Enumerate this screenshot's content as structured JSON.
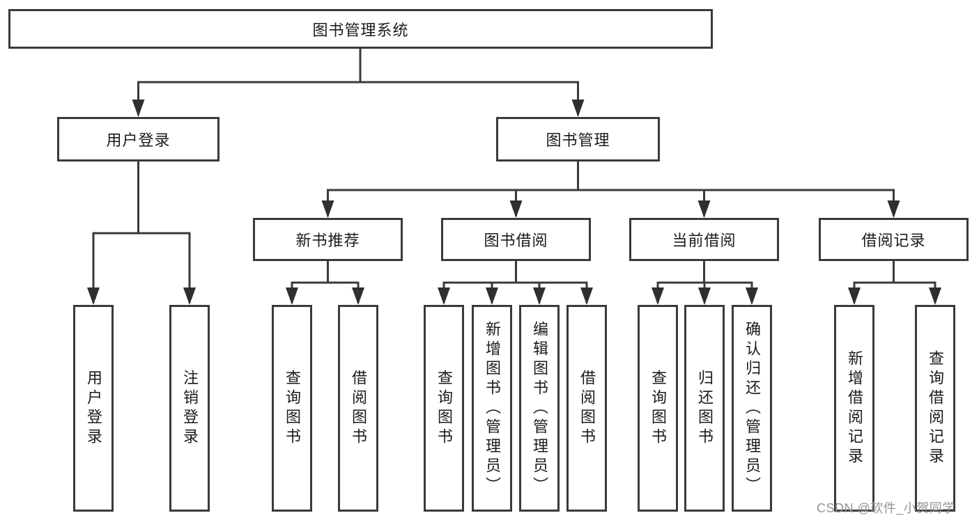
{
  "tree": {
    "label": "图书管理系统",
    "children": [
      {
        "label": "用户登录",
        "children": [
          {
            "label": "用户登录"
          },
          {
            "label": "注销登录"
          }
        ]
      },
      {
        "label": "图书管理",
        "children": [
          {
            "label": "新书推荐",
            "children": [
              {
                "label": "查询图书"
              },
              {
                "label": "借阅图书"
              }
            ]
          },
          {
            "label": "图书借阅",
            "children": [
              {
                "label": "查询图书"
              },
              {
                "label": "新增图书（管理员）"
              },
              {
                "label": "编辑图书（管理员）"
              },
              {
                "label": "借阅图书"
              }
            ]
          },
          {
            "label": "当前借阅",
            "children": [
              {
                "label": "查询图书"
              },
              {
                "label": "归还图书"
              },
              {
                "label": "确认归还（管理员）"
              }
            ]
          },
          {
            "label": "借阅记录",
            "children": [
              {
                "label": "新增借阅记录"
              },
              {
                "label": "查询借阅记录"
              }
            ]
          }
        ]
      }
    ]
  },
  "watermark": {
    "text": "CSDN @软件_小贺同学"
  },
  "colors": {
    "line": "#3a3a3a",
    "text": "#1b1b1b",
    "watermark": "#8f929a",
    "background": "#ffffff"
  }
}
